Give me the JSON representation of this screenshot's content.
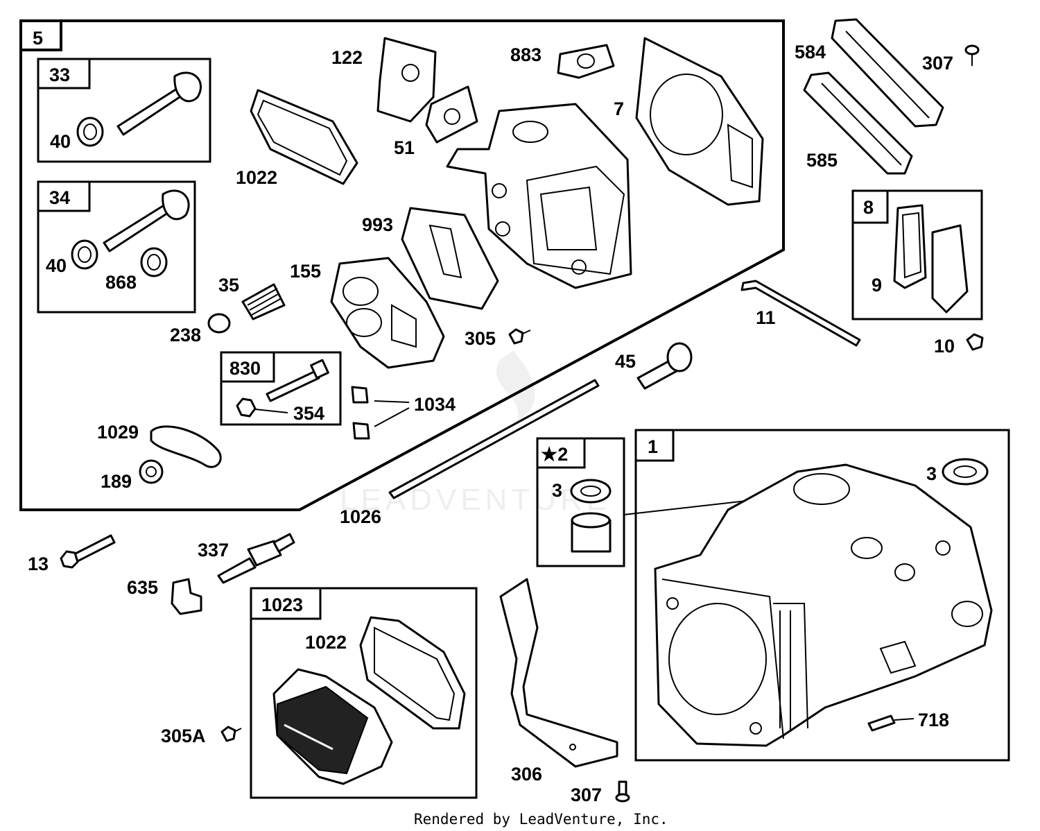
{
  "watermark": "LEADVENTURE",
  "footer": "Rendered by LeadVenture, Inc.",
  "boxes": {
    "b5": "5",
    "b33": "33",
    "b34": "34",
    "b830": "830",
    "b8": "8",
    "b2": "★2",
    "b1": "1",
    "b1023": "1023"
  },
  "labels": {
    "l40a": "40",
    "l40b": "40",
    "l868": "868",
    "l35": "35",
    "l238": "238",
    "l354": "354",
    "l1029": "1029",
    "l189": "189",
    "l1022a": "1022",
    "l122": "122",
    "l51": "51",
    "l883": "883",
    "l7": "7",
    "l993": "993",
    "l155": "155",
    "l305": "305",
    "l1034": "1034",
    "l584": "584",
    "l585": "585",
    "l307a": "307",
    "l9": "9",
    "l11": "11",
    "l10": "10",
    "l45": "45",
    "l1026": "1026",
    "l3a": "3",
    "l3b": "3",
    "l13": "13",
    "l337": "337",
    "l635": "635",
    "l1022b": "1022",
    "l305A": "305A",
    "l306": "306",
    "l307b": "307",
    "l718": "718"
  }
}
